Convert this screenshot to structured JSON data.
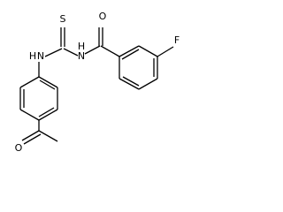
{
  "atoms": {
    "oxygen_amide": "O",
    "sulfur": "S",
    "fluorine": "F",
    "nh_left": "H",
    "n_left": "N",
    "nh_right": "H",
    "n_right": "N",
    "oxygen_acetyl": "O"
  },
  "colors": {
    "bond": "#000000",
    "label": "#000000",
    "background": "#ffffff"
  }
}
